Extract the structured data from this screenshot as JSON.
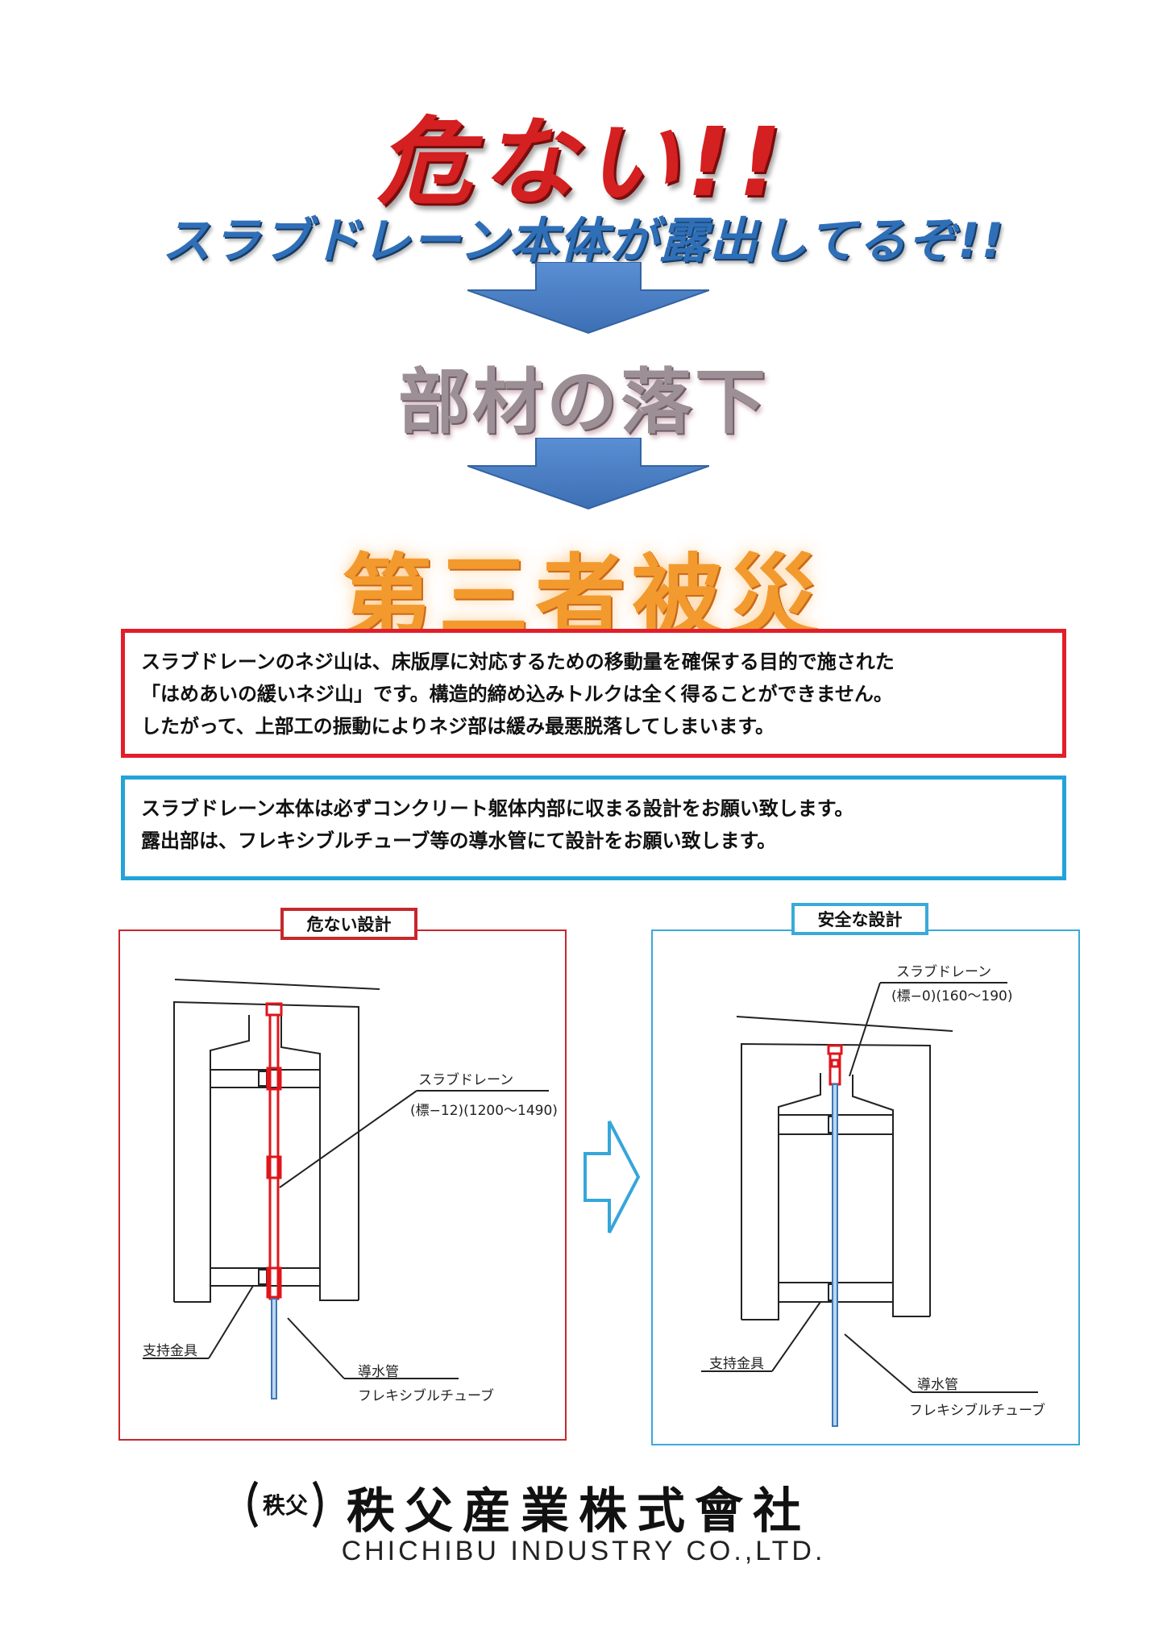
{
  "headings": {
    "danger": "危ない!!",
    "exposed": "スラブドレーン本体が露出してるぞ!!",
    "fall": "部材の落下",
    "third_party": "第三者被災"
  },
  "warning_box": {
    "line1": "スラブドレーンのネジ山は、床版厚に対応するための移動量を確保する目的で施された",
    "line2": "「はめあいの緩いネジ山」です。構造的締め込みトルクは全く得ることができません。",
    "line3": "したがって、上部工の振動によりネジ部は緩み最悪脱落してしまいます。"
  },
  "request_box": {
    "line1": "スラブドレーン本体は必ずコンクリート躯体内部に収まる設計をお願い致します。",
    "line2": "露出部は、フレキシブルチューブ等の導水管にて設計をお願い致します。"
  },
  "diagram_left": {
    "tag": "危ない設計",
    "drain_label": "スラブドレーン",
    "drain_spec": "(標−12)(1200〜1490)",
    "bracket_label": "支持金具",
    "pipe_label": "導水管",
    "tube_label": "フレキシブルチューブ"
  },
  "diagram_right": {
    "tag": "安全な設計",
    "drain_label": "スラブドレーン",
    "drain_spec": "(標−0)(160〜190)",
    "bracket_label": "支持金具",
    "pipe_label": "導水管",
    "tube_label": "フレキシブルチューブ"
  },
  "footer": {
    "seal_text": "秩父",
    "company_jp": "秩父産業株式會社",
    "company_en": "CHICHIBU INDUSTRY CO.,LTD."
  },
  "colors": {
    "danger_red": "#d42020",
    "box_red": "#e31e2a",
    "box_blue": "#23a3d9",
    "arrow_blue": "#4a7fc6",
    "third_party_orange": "#f39a2e"
  }
}
